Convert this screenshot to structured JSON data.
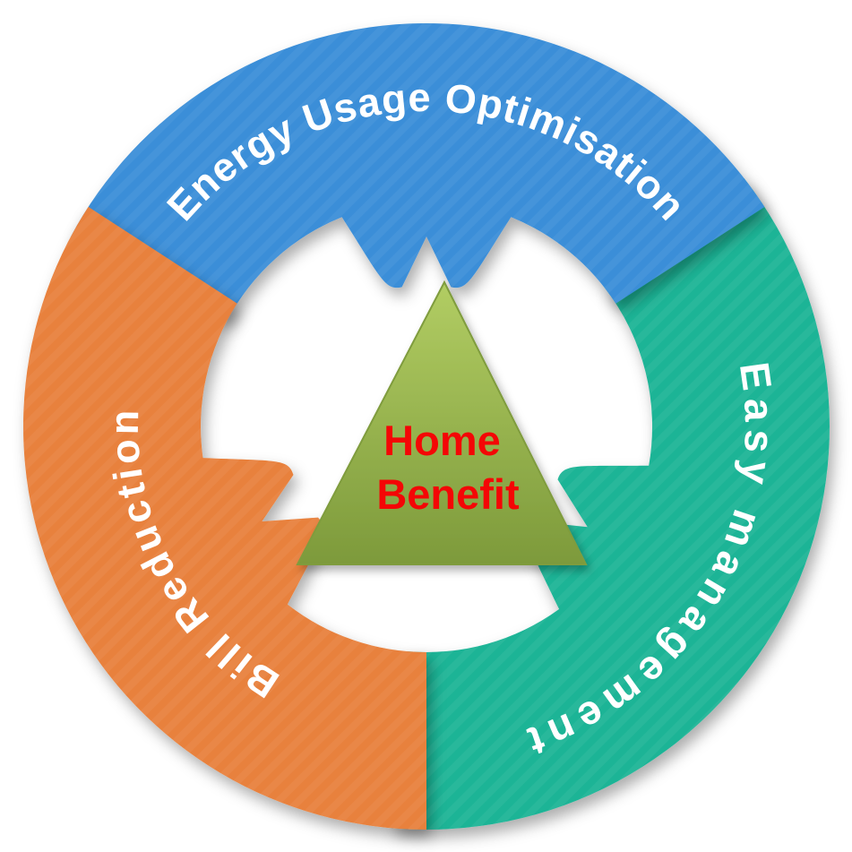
{
  "diagram": {
    "type": "cycle",
    "background": "#ffffff",
    "label_text_color": "#ffffff",
    "segments": [
      {
        "id": "energy-usage-optimisation",
        "label": "Energy Usage Optimisation",
        "color": "#3b8ed8",
        "position": "top"
      },
      {
        "id": "easy-management",
        "label": "Easy management",
        "color": "#1fb496",
        "position": "right"
      },
      {
        "id": "bill-reduction",
        "label": "Bill Reduction",
        "color": "#e8813e",
        "position": "left"
      }
    ],
    "center_triangle": {
      "lines": [
        "Home",
        "Benefit"
      ],
      "text_color": "#f40606",
      "fill_top": "#b2cd63",
      "fill_bottom": "#7d9a3b"
    }
  }
}
